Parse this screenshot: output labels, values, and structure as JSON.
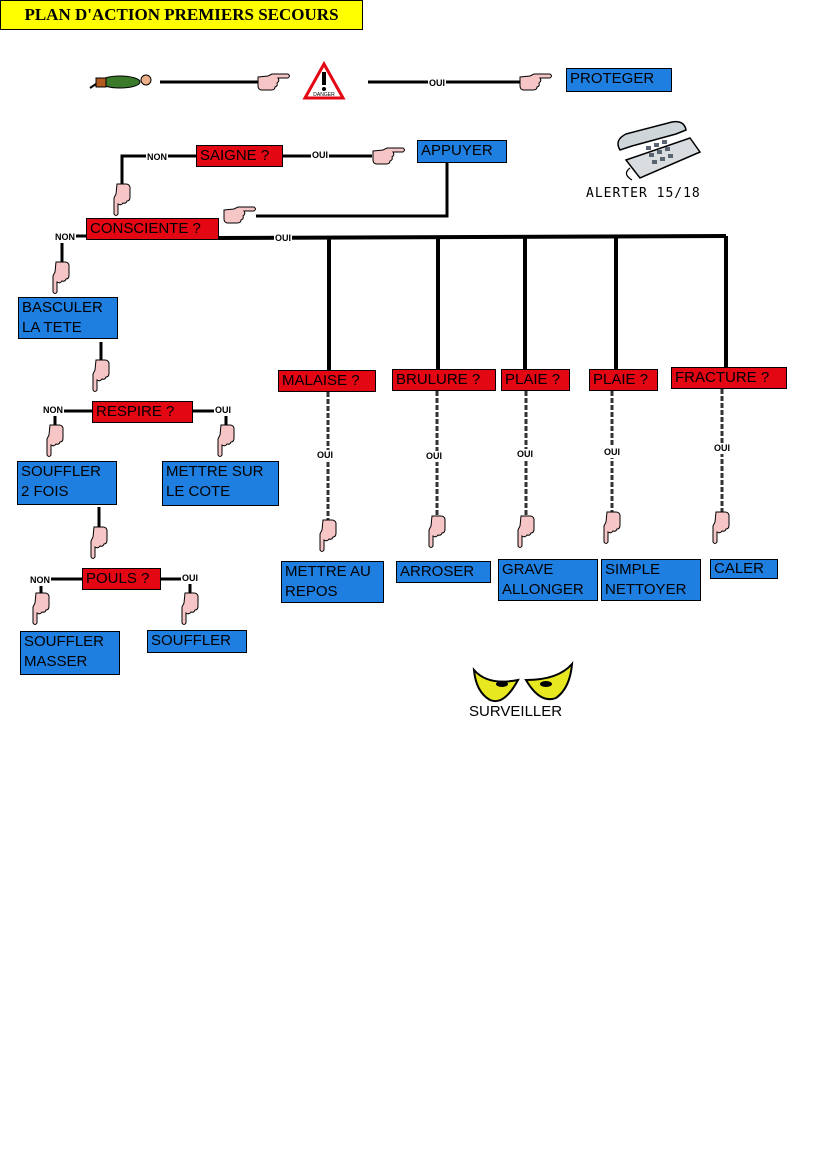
{
  "title": "PLAN D'ACTION PREMIERS SECOURS",
  "labels": {
    "oui": "OUI",
    "non": "NON"
  },
  "colors": {
    "question": "#e30613",
    "action": "#1f7fe0",
    "title_bg": "#ffff00"
  },
  "icons": [
    "injured-person-icon",
    "hand-pointer-icon",
    "danger-sign-icon",
    "telephone-icon",
    "eyes-icon"
  ],
  "danger_sign": "DANGER",
  "top": {
    "action": "PROTEGER"
  },
  "bleeding": {
    "question": "SAIGNE ?",
    "action": "APPUYER"
  },
  "alert": {
    "caption": "ALERTER 15/18"
  },
  "conscious": {
    "question": "CONSCIENTE ?"
  },
  "unconscious_path": {
    "tilt": "BASCULER\nLA TETE",
    "breathing": {
      "question": "RESPIRE ?",
      "no_action": "SOUFFLER\n2 FOIS",
      "yes_action": "METTRE SUR\nLE COTE"
    },
    "pulse": {
      "question": "POULS ?",
      "no_action": "SOUFFLER\nMASSER",
      "yes_action": "SOUFFLER"
    }
  },
  "conscious_branches": [
    {
      "question": "MALAISE ?",
      "action": "METTRE AU\nREPOS"
    },
    {
      "question": "BRULURE ?",
      "action": "ARROSER"
    },
    {
      "question": "PLAIE ?",
      "action": "GRAVE\nALLONGER"
    },
    {
      "question": "PLAIE ?",
      "action": "SIMPLE\nNETTOYER"
    },
    {
      "question": "FRACTURE ?",
      "action": "CALER"
    }
  ],
  "monitor": {
    "caption": "SURVEILLER"
  }
}
